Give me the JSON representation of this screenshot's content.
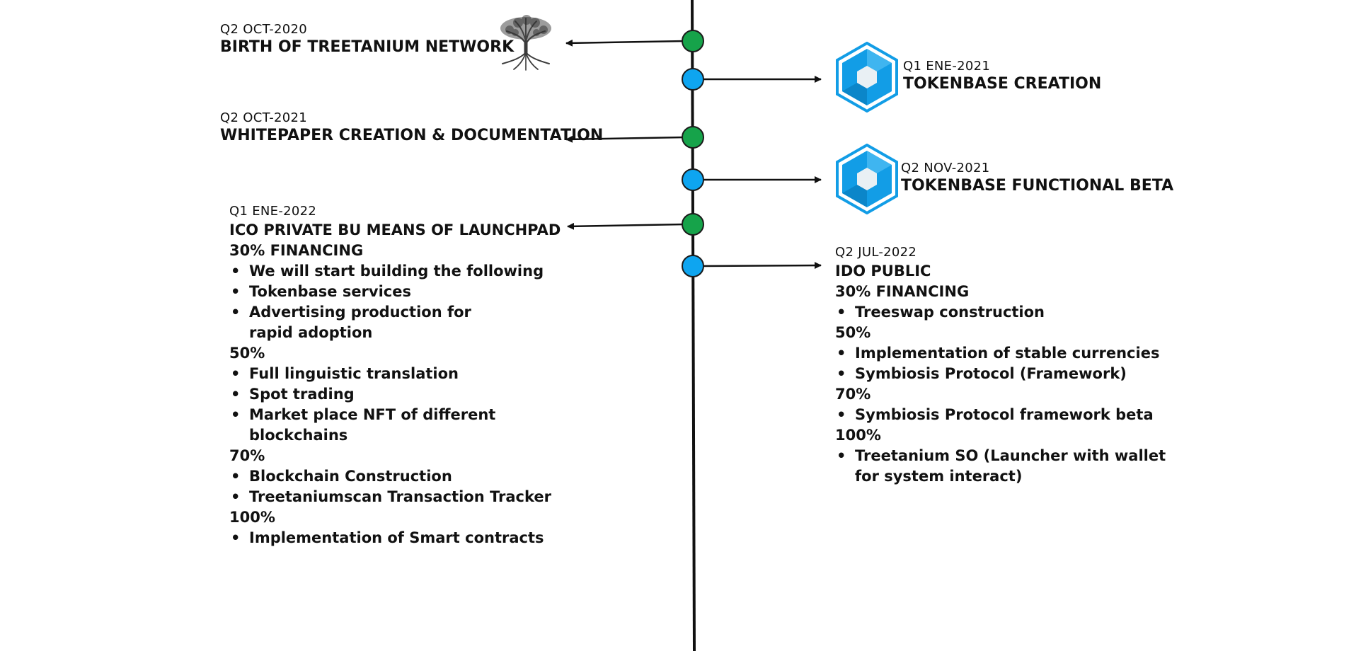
{
  "colors": {
    "line": "#111111",
    "node_green": "#16a34a",
    "node_blue": "#0ea5f0",
    "hex_blue": "#129de6",
    "hex_light": "#5bc8f5"
  },
  "milestones": [
    {
      "side": "left",
      "color": "green",
      "period": "Q2 OCT-2020",
      "title": "BIRTH OF TREETANIUM NETWORK",
      "icon": "tree-icon"
    },
    {
      "side": "right",
      "color": "blue",
      "period": "Q1 ENE-2021",
      "title": "TOKENBASE CREATION",
      "icon": "hexagon-logo-icon"
    },
    {
      "side": "left",
      "color": "green",
      "period": "Q2 OCT-2021",
      "title": "WHITEPAPER CREATION & DOCUMENTATION"
    },
    {
      "side": "right",
      "color": "blue",
      "period": "Q2 NOV-2021",
      "title": "TOKENBASE FUNCTIONAL BETA",
      "icon": "hexagon-logo-icon"
    },
    {
      "side": "left",
      "color": "green"
    },
    {
      "side": "right",
      "color": "blue"
    }
  ],
  "ico": {
    "period": "Q1 ENE-2022",
    "title": "ICO PRIVATE BU MEANS OF LAUNCHPAD",
    "sections": [
      {
        "head": "30% FINANCING",
        "items": [
          "We will start building the following",
          "Tokenbase services",
          "Advertising production for rapid adoption"
        ]
      },
      {
        "head": "50%",
        "items": [
          "Full linguistic translation",
          "Spot trading",
          "Market place NFT of different blockchains"
        ]
      },
      {
        "head": "70%",
        "items": [
          "Blockchain Construction",
          "Treetaniumscan Transaction Tracker"
        ]
      },
      {
        "head": "100%",
        "items": [
          "Implementation of Smart contracts"
        ]
      }
    ]
  },
  "ido": {
    "period": "Q2 JUL-2022",
    "title": "IDO PUBLIC",
    "sections": [
      {
        "head": "30% FINANCING",
        "items": [
          "Treeswap construction"
        ]
      },
      {
        "head": "50%",
        "items": [
          "Implementation of stable currencies",
          "Symbiosis Protocol (Framework)"
        ]
      },
      {
        "head": "70%",
        "items": [
          "Symbiosis Protocol framework beta"
        ]
      },
      {
        "head": "100%",
        "items": [
          "Treetanium SO (Launcher with wallet for system interact)"
        ]
      }
    ]
  }
}
